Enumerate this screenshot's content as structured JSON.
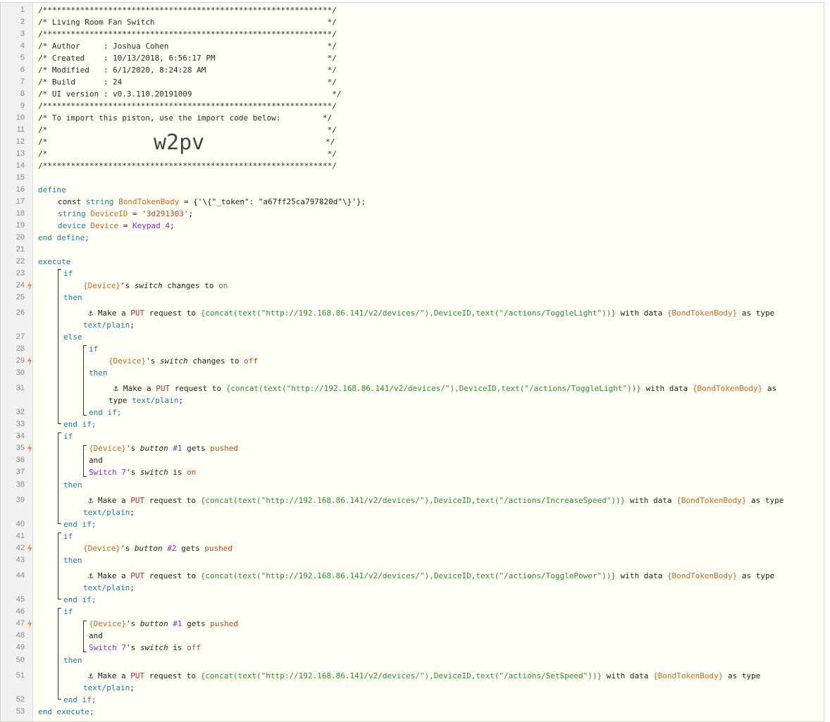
{
  "gutter": {
    "line_numbers": [
      "1",
      "2",
      "3",
      "4",
      "5",
      "6",
      "7",
      "8",
      "9",
      "10",
      "11",
      "12",
      "13",
      "14",
      "15",
      "16",
      "17",
      "18",
      "19",
      "20",
      "21",
      "22",
      "23",
      "24",
      "25",
      "26",
      "27",
      "28",
      "29",
      "30",
      "31",
      "32",
      "33",
      "34",
      "35",
      "36",
      "37",
      "38",
      "39",
      "40",
      "41",
      "42",
      "43",
      "44",
      "45",
      "46",
      "47",
      "48",
      "49",
      "50",
      "51",
      "52",
      "53"
    ]
  },
  "header": {
    "border": "/**************************************************************/",
    "title_line": "/* Living Room Fan Switch                                     */",
    "author_line": "/* Author     : Joshua Cohen                                  */",
    "created_line": "/* Created    : 10/13/2018, 6:56:17 PM                        */",
    "modified_line": "/* Modified   : 6/1/2020, 8:24:28 AM                          */",
    "build_line": "/* Build      : 24                                            */",
    "ui_line": "/* UI version : v0.3.110.20191009                              */",
    "import_line": "/* To import this piston, use the import code below:         */",
    "blank_line": "/*                                                            */",
    "import_code_prefix": "/*",
    "import_code_suffix": "*/",
    "import_code": "w2pv"
  },
  "define": {
    "open": "define",
    "l17": {
      "kw": "const",
      "type": "string",
      "name": "BondTokenBody",
      "eq": " = ",
      "val": "{'\\{\"_token\": \"a67ff25ca797820d\"\\}'}",
      "end": ";"
    },
    "l18": {
      "type": "string",
      "name": "DeviceID",
      "eq": " = ",
      "val": "'3d291303'",
      "end": ";"
    },
    "l19": {
      "type": "device",
      "name": "Device",
      "eq": " = ",
      "val": "Keypad 4",
      "end": ";"
    },
    "close": "end define;"
  },
  "execute": {
    "open": "execute",
    "close": "end execute;",
    "kw_if": "if",
    "kw_then": "then",
    "kw_else": "else",
    "kw_and": "and",
    "kw_endif": "end if;",
    "dev_var": "{Device}",
    "possessive": "'s ",
    "switch_attr": "switch",
    "button_attr": "button",
    "changes_to": " changes to ",
    "gets": " gets ",
    "pushed": "pushed",
    "is": " is ",
    "on": "on",
    "off": "off",
    "btn1": "#1",
    "btn2": "#2",
    "switch7": "Switch 7",
    "make_a": "Make a ",
    "put": "PUT",
    "request_to": " request to ",
    "with_data": " with data ",
    "token_var": "{BondTokenBody}",
    "as_type": " as type",
    "as": " as",
    "type_word": "type ",
    "text_plain": "text/plain",
    "end_semicolon": ";",
    "url_light": "{concat(text(\"http://192.168.86.141/v2/devices/\"),DeviceID,text(\"/actions/ToggleLight\"))}",
    "url_speed_up": "{concat(text(\"http://192.168.86.141/v2/devices/\"),DeviceID,text(\"/actions/IncreaseSpeed\"))}",
    "url_power": "{concat(text(\"http://192.168.86.141/v2/devices/\"),DeviceID,text(\"/actions/TogglePower\"))}",
    "url_set_speed": "{concat(text(\"http://192.168.86.141/v2/devices/\"),DeviceID,text(\"/actions/SetSpeed\"))}"
  },
  "colors": {
    "keyword": "#1a7fa6",
    "variable": "#d2691e",
    "string": "#cc4a19",
    "device": "#8a2be2",
    "expression": "#25962d",
    "trigger_bolt": "#f0883e"
  }
}
